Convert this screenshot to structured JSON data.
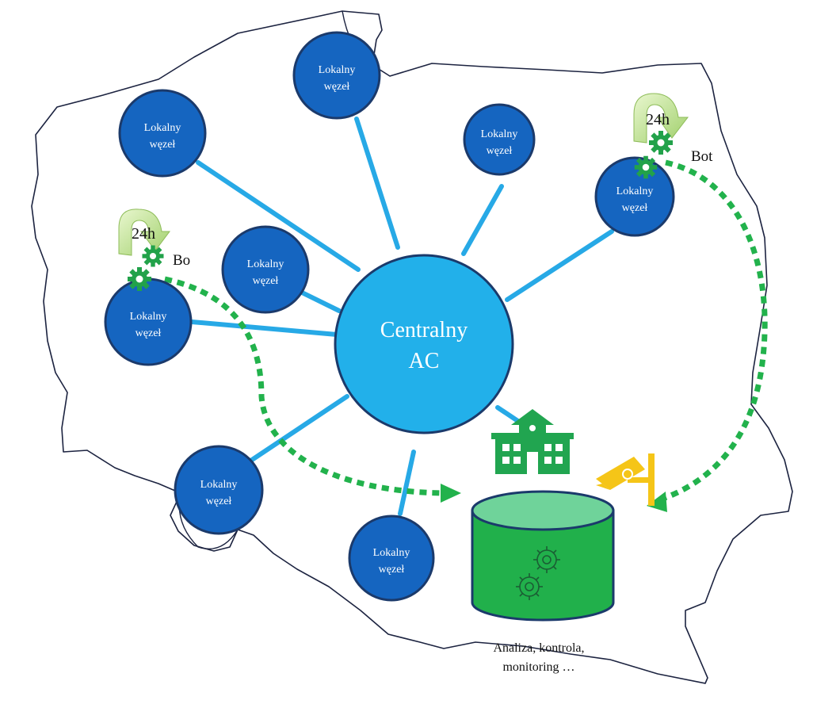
{
  "central": {
    "line1": "Centralny",
    "line2": "AC"
  },
  "nodes": [
    {
      "line1": "Lokalny",
      "line2": "węzeł"
    },
    {
      "line1": "Lokalny",
      "line2": "węzeł"
    },
    {
      "line1": "Lokalny",
      "line2": "węzeł"
    },
    {
      "line1": "Lokalny",
      "line2": "węzeł"
    },
    {
      "line1": "Lokalny",
      "line2": "węzeł"
    },
    {
      "line1": "Lokalny",
      "line2": "węzeł"
    },
    {
      "line1": "Lokalny",
      "line2": "węzeł"
    },
    {
      "line1": "Lokalny",
      "line2": "węzeł"
    }
  ],
  "bots": [
    {
      "timer": "24h",
      "label": "Bo"
    },
    {
      "timer": "24h",
      "label": "Bot"
    }
  ],
  "database": {
    "caption_line1": "Analiza, kontrola,",
    "caption_line2": "monitoring …"
  },
  "colors": {
    "node": "#1565c0",
    "node_border": "#1b3a6b",
    "central": "#22b0ea",
    "link": "#27a9e6",
    "bot_path": "#22b24c",
    "database": "#21b04b",
    "database_top": "#6fd39a",
    "building": "#21a550",
    "camera": "#f5c518"
  },
  "icons": [
    "gear-icon",
    "clock-arrow-icon",
    "school-building-icon",
    "security-camera-icon",
    "database-icon"
  ]
}
